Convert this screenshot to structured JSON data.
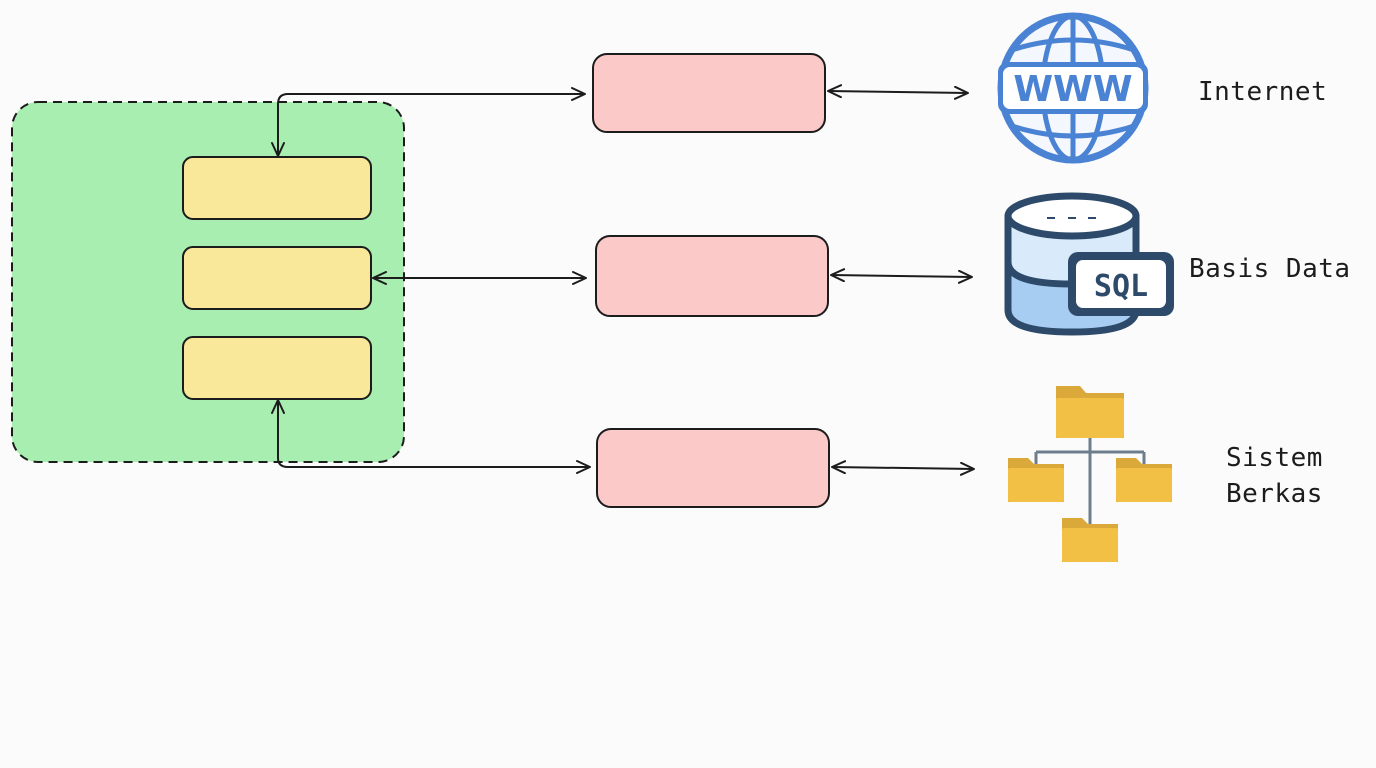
{
  "diagram": {
    "colors": {
      "container_fill": "#a8eeb0",
      "module_fill": "#f9e79a",
      "connector_fill": "#fcc9c9",
      "stroke": "#1c1c1c",
      "globe_blue": "#4a82d4",
      "db_navy": "#2d4a6b",
      "db_light": "#d9ebfb",
      "db_blue": "#a8cdf2",
      "folder_yellow": "#f3c046"
    },
    "resources": {
      "internet": {
        "label": "Internet",
        "icon": "www-globe-icon"
      },
      "database": {
        "label": "Basis Data",
        "icon": "sql-database-icon",
        "icon_text": "SQL"
      },
      "filesystem": {
        "label_line1": "Sistem",
        "label_line2": "Berkas",
        "icon": "folder-tree-icon"
      }
    },
    "globe_text": "WWW"
  }
}
